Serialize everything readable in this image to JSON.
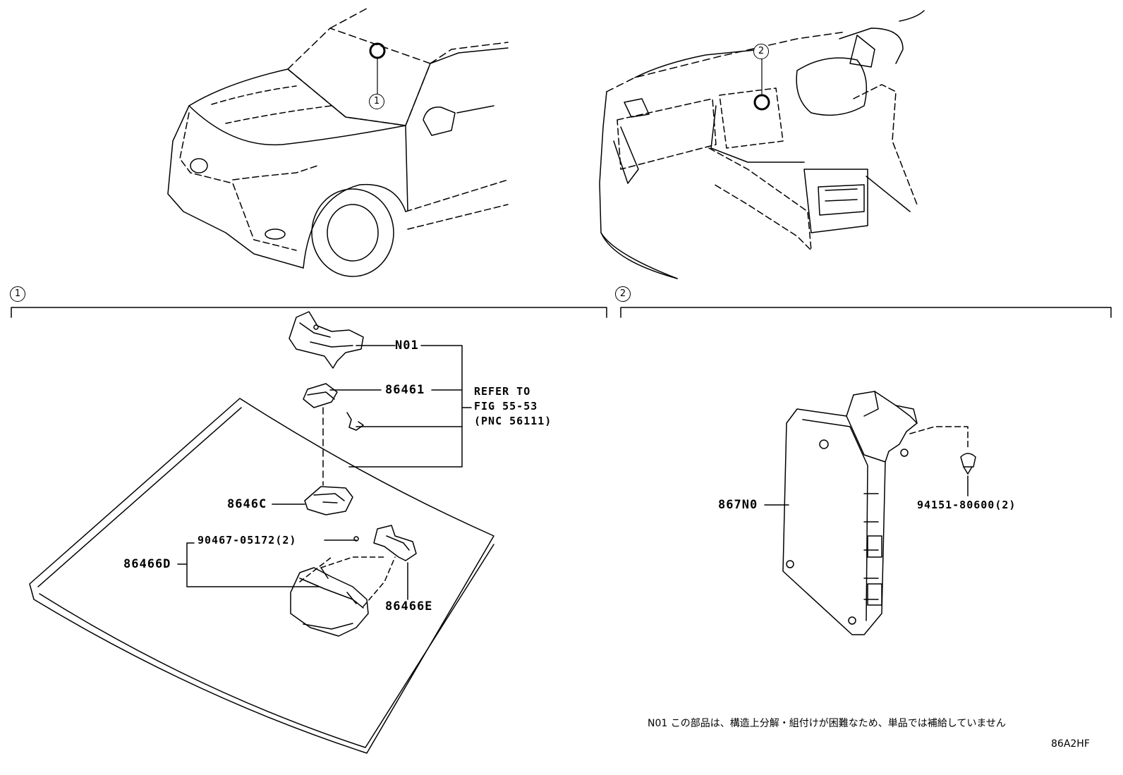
{
  "callouts": {
    "c1": "1",
    "c2": "2",
    "section1_marker": "1",
    "section2_marker": "2"
  },
  "parts": {
    "n01": "N01",
    "p86461": "86461",
    "p8646c": "8646C",
    "p90467": "90467-05172(2)",
    "p86466d": "86466D",
    "p86466e": "86466E",
    "p867n0": "867N0",
    "p94151": "94151-80600(2)"
  },
  "refer": {
    "line1": "REFER TO",
    "line2": "FIG 55-53",
    "line3": "(PNC 56111)"
  },
  "note": "N01 この部品は、構造上分解・組付けが困難なため、単品では補給していません",
  "diagram_code": "86A2HF"
}
